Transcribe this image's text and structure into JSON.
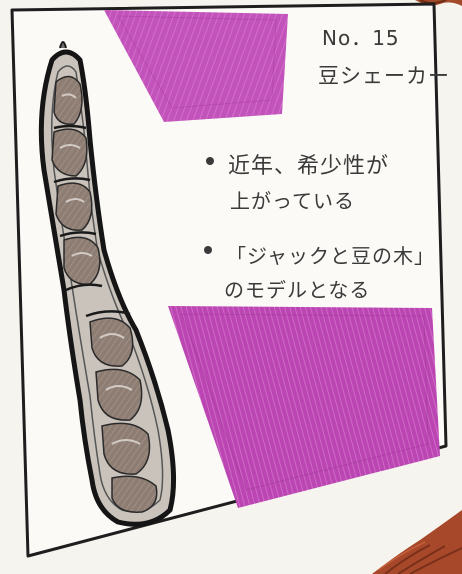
{
  "card": {
    "number": "No．15",
    "name": "豆シェーカー"
  },
  "facts": [
    {
      "lines": [
        "近年、希少性が",
        "上がっている"
      ]
    },
    {
      "lines": [
        "「ジャックと豆の木」",
        "のモデルとなる"
      ]
    }
  ],
  "colors": {
    "background": "#f6f4ef",
    "frame": "#1e1e1e",
    "magenta": "#c74fbf",
    "pod_brown": "#8c7a70",
    "pod_outline": "#1a1a1a",
    "corner_wood": "#a34a2a"
  },
  "icons": [
    "bean-pod-illustration"
  ]
}
